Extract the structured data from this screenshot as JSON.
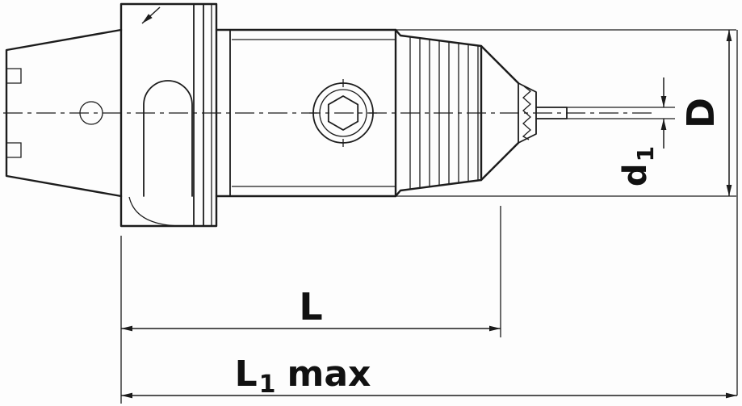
{
  "canvas": {
    "background": "#fdfdfd",
    "line_color": "#1c1c1c"
  },
  "dimension_labels": {
    "diameter_D": {
      "base": "D"
    },
    "diameter_d1": {
      "base": "d",
      "sub": "1"
    },
    "length_L": {
      "base": "L"
    },
    "length_L1_max": {
      "base": "L",
      "sub": "1",
      "suffix": "max"
    }
  }
}
